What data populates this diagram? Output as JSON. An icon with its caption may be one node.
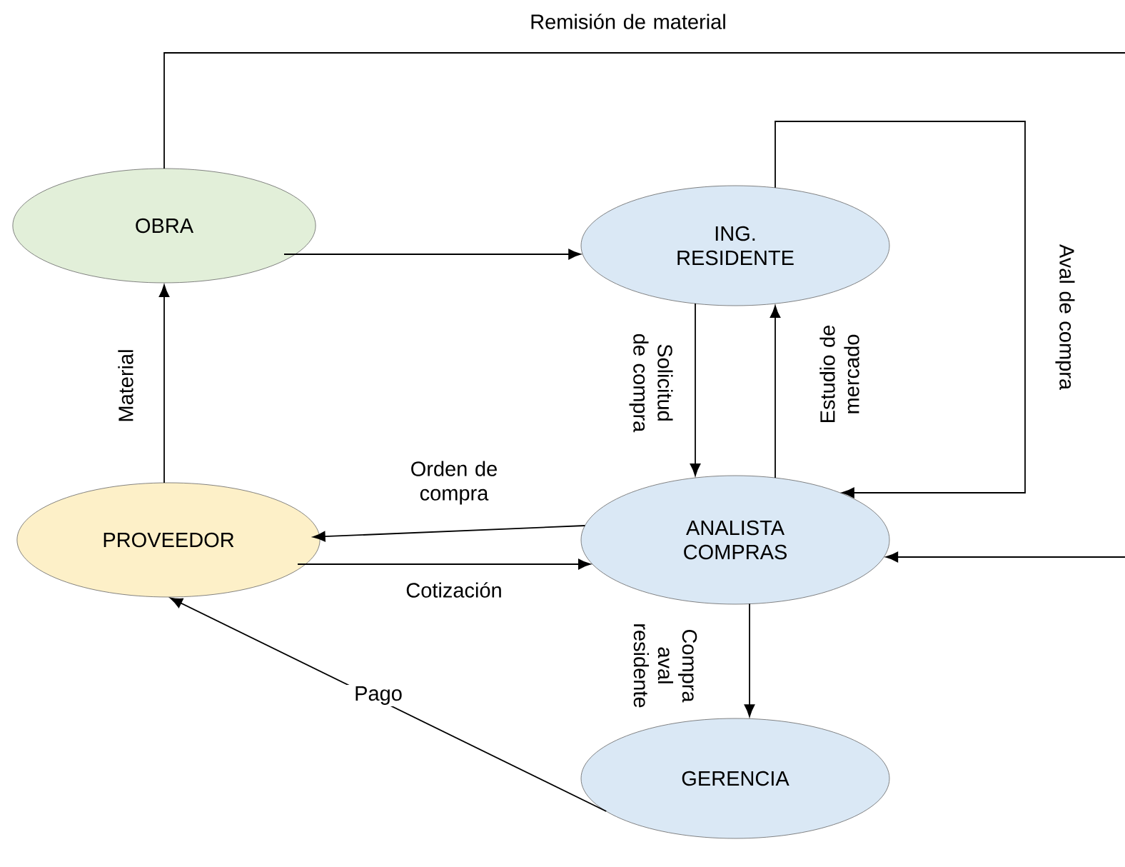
{
  "diagram": {
    "nodes": [
      {
        "text": [
          "OBRA"
        ]
      },
      {
        "text": [
          "ING. RESIDENTE"
        ]
      },
      {
        "text": [
          "PROVEEDOR"
        ]
      },
      {
        "text": [
          "ANALISTA COMPRAS"
        ]
      },
      {
        "text": [
          "GERENCIA"
        ]
      }
    ],
    "edges": [
      {
        "from": 0,
        "to": 1,
        "arrow": "to"
      },
      {
        "from": 0,
        "to": null,
        "arrow": "none",
        "label": "Remisión de material"
      },
      {
        "from": null,
        "to": 3,
        "arrow": "to"
      },
      {
        "from": 1,
        "to": 3,
        "arrow": "to",
        "label": "Aval de compra"
      },
      {
        "from": 1,
        "to": 3,
        "arrow": "to",
        "label": "Solicitud de compra"
      },
      {
        "from": 3,
        "to": 1,
        "arrow": "to",
        "label": "Estudio de mercado"
      },
      {
        "from": 3,
        "to": 2,
        "arrow": "to",
        "label": "Orden de compra"
      },
      {
        "from": 2,
        "to": 3,
        "arrow": "to",
        "label": "Cotización"
      },
      {
        "from": 2,
        "to": 0,
        "arrow": "to",
        "label": "Material"
      },
      {
        "from": 3,
        "to": 4,
        "arrow": "to",
        "label": "Compra aval residente"
      },
      {
        "from": 4,
        "to": 2,
        "arrow": "to",
        "label": "Pago"
      }
    ]
  }
}
